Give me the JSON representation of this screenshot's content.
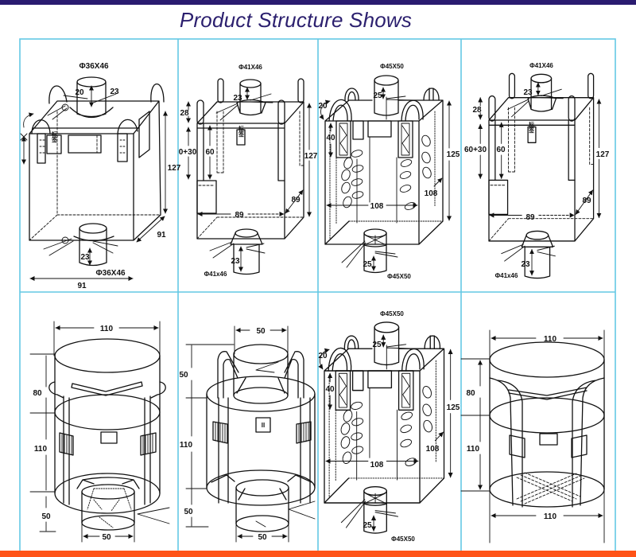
{
  "header": {
    "title": "Product Structure Shows"
  },
  "colors": {
    "header_bar": "#2a1b70",
    "title": "#2b1f6e",
    "grid_line": "#64c8e4",
    "footer_bar": "#ff5317",
    "drawing_stroke": "#111111"
  },
  "panels": [
    {
      "top_spout": "Φ36X46",
      "top_spout_skirt": "20",
      "top_spout_height": "23",
      "tag": "标签",
      "height": "127",
      "depth": "91",
      "bottom_spout_height": "23",
      "bottom_spout": "Φ36X46",
      "width": "91"
    },
    {
      "top_spout": "Φ41X46",
      "top_spout_height": "23",
      "loop_height": "28",
      "strap_length": "0+30",
      "loop_length": "60",
      "tag": "标签",
      "height": "127",
      "width": "89",
      "depth": "89",
      "bottom_spout_height": "23",
      "bottom_spout": "Φ41x46"
    },
    {
      "top_spout": "Φ45X50",
      "top_spout_height": "25",
      "loop_height": "20",
      "sleeve_length": "40",
      "height": "125",
      "width": "108",
      "depth": "108",
      "bottom_spout_height": "25",
      "bottom_spout": "Φ45X50"
    },
    {
      "top_spout": "Φ41X46",
      "top_spout_height": "23",
      "loop_height": "28",
      "strap_length": "60+30",
      "loop_length": "60",
      "tag": "标签",
      "height": "127",
      "width": "89",
      "depth": "89",
      "bottom_spout_height": "23",
      "bottom_spout": "Φ41x46"
    },
    {
      "top_diameter": "110",
      "skirt_height": "80",
      "body_height": "110",
      "bottom_spout_height": "50",
      "bottom_spout_diameter": "50"
    },
    {
      "top_spout_diameter": "50",
      "top_spout_height": "50",
      "body_height": "110",
      "bottom_spout_height": "50",
      "bottom_spout_diameter": "50",
      "tag": "II"
    },
    {
      "top_spout": "Φ45X50",
      "top_spout_height": "25",
      "loop_height": "20",
      "sleeve_length": "40",
      "height": "125",
      "width": "108",
      "depth": "108",
      "bottom_spout_height": "25",
      "bottom_spout": "Φ45X50"
    },
    {
      "top_diameter": "110",
      "skirt_height": "80",
      "body_height": "110",
      "bottom_diameter": "110"
    }
  ]
}
